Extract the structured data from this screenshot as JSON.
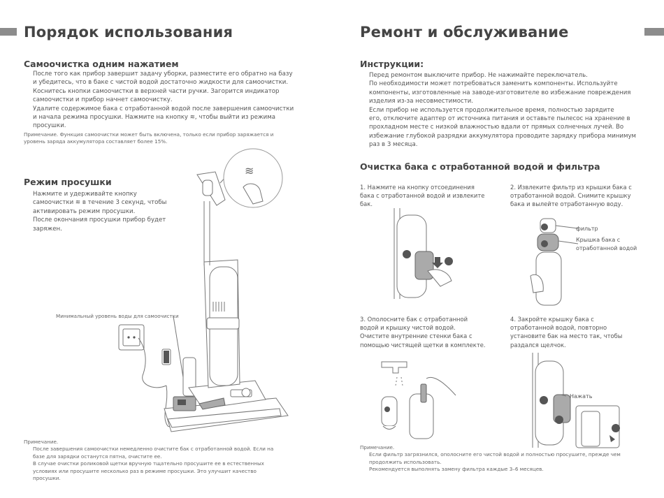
{
  "left": {
    "title": "Порядок использования",
    "self_clean": {
      "heading": "Самоочистка одним нажатием",
      "lines": [
        "После того как прибор завершит задачу уборки, разместите его обратно на базу",
        "и убедитесь, что в баке с чистой водой достаточно жидкости для самоочистки.",
        "Коснитесь кнопки самоочистки  в верхней части ручки. Загорится индикатор",
        "самоочистки и прибор начнет самоочистку.",
        "Удалите содержимое бака с отработанной водой после завершения самоочистки",
        "и начала режима просушки. Нажмите на кнопку",
        ", чтобы выйти из режима",
        "просушки."
      ],
      "note": [
        "Примечание. Функция самоочистки может быть включена, только если прибор заряжается и",
        "уровень заряда аккумулятора составляет более 15%."
      ]
    },
    "dry": {
      "heading": "Режим просушки",
      "lines": [
        "Нажмите и удерживайте кнопку",
        "самоочистки",
        "в течение 3 секунд, чтобы",
        "активировать режим просушки.",
        "После окончания просушки прибор будет",
        "заряжен."
      ]
    },
    "water_label": "Минимальный уровень воды для самоочистки",
    "note": {
      "title": "Примечание.",
      "lines": [
        "После завершения самоочистки немедленно очистите бак с отработанной водой. Если на",
        "базе для зарядки останутся пятна, очистите ее.",
        "В случае очистки роликовой щетки вручную тщательно просушите ее в естественных",
        "условиях или просушите несколько раз в режиме просушки. Это улучшит качество",
        "просушки."
      ]
    }
  },
  "right": {
    "title": "Ремонт и обслуживание",
    "instructions": {
      "heading": "Инструкции:",
      "lines": [
        "Перед ремонтом выключите прибор. Не нажимайте переключатель.",
        "По необходимости может потребоваться заменить компоненты. Используйте",
        "компоненты, изготовленные на заводе-изготовителе во избежание повреждения",
        "изделия из-за несовместимости.",
        "Если прибор не используется продолжительное время, полностью зарядите",
        "его, отключите адаптер от источника питания и оставьте пылесос на хранение в",
        "прохладном месте с низкой влажностью вдали от прямых солнечных лучей. Во",
        "избежание глубокой разрядки аккумулятора проводите зарядку прибора минимум",
        "раз в 3 месяца."
      ]
    },
    "tank": {
      "heading": "Очистка бака с отработанной водой и фильтра",
      "steps": [
        {
          "lines": [
            "1. Нажмите на кнопку отсоединения",
            "бака с отработанной водой и извлеките",
            "бак."
          ]
        },
        {
          "lines": [
            "2. Извлеките фильтр из крышки бака с",
            "отработанной водой. Снимите крышку",
            "бака и вылейте отработанную воду."
          ]
        },
        {
          "lines": [
            "3. Ополосните бак с отработанной",
            "водой и крышку чистой водой.",
            "Очистите внутренние стенки бака с",
            "помощью чистящей щетки в комплекте."
          ]
        },
        {
          "lines": [
            "4. Закройте крышку бака с",
            "отработанной водой, повторно",
            "установите бак на место так, чтобы",
            "раздался щелчок."
          ]
        }
      ],
      "labels": {
        "filter": "фильтр",
        "lid_1": "Крышка бака с",
        "lid_2": "отработанной водой",
        "press": "Нажать"
      }
    },
    "note": {
      "title": "Примечание.",
      "lines": [
        "Если фильтр загрязнился, ополосните его чистой водой и полностью просушите, прежде чем",
        "продолжить использовать.",
        "Рекомендуется выполнять замену фильтра каждые 3–6 месяцев."
      ]
    }
  }
}
